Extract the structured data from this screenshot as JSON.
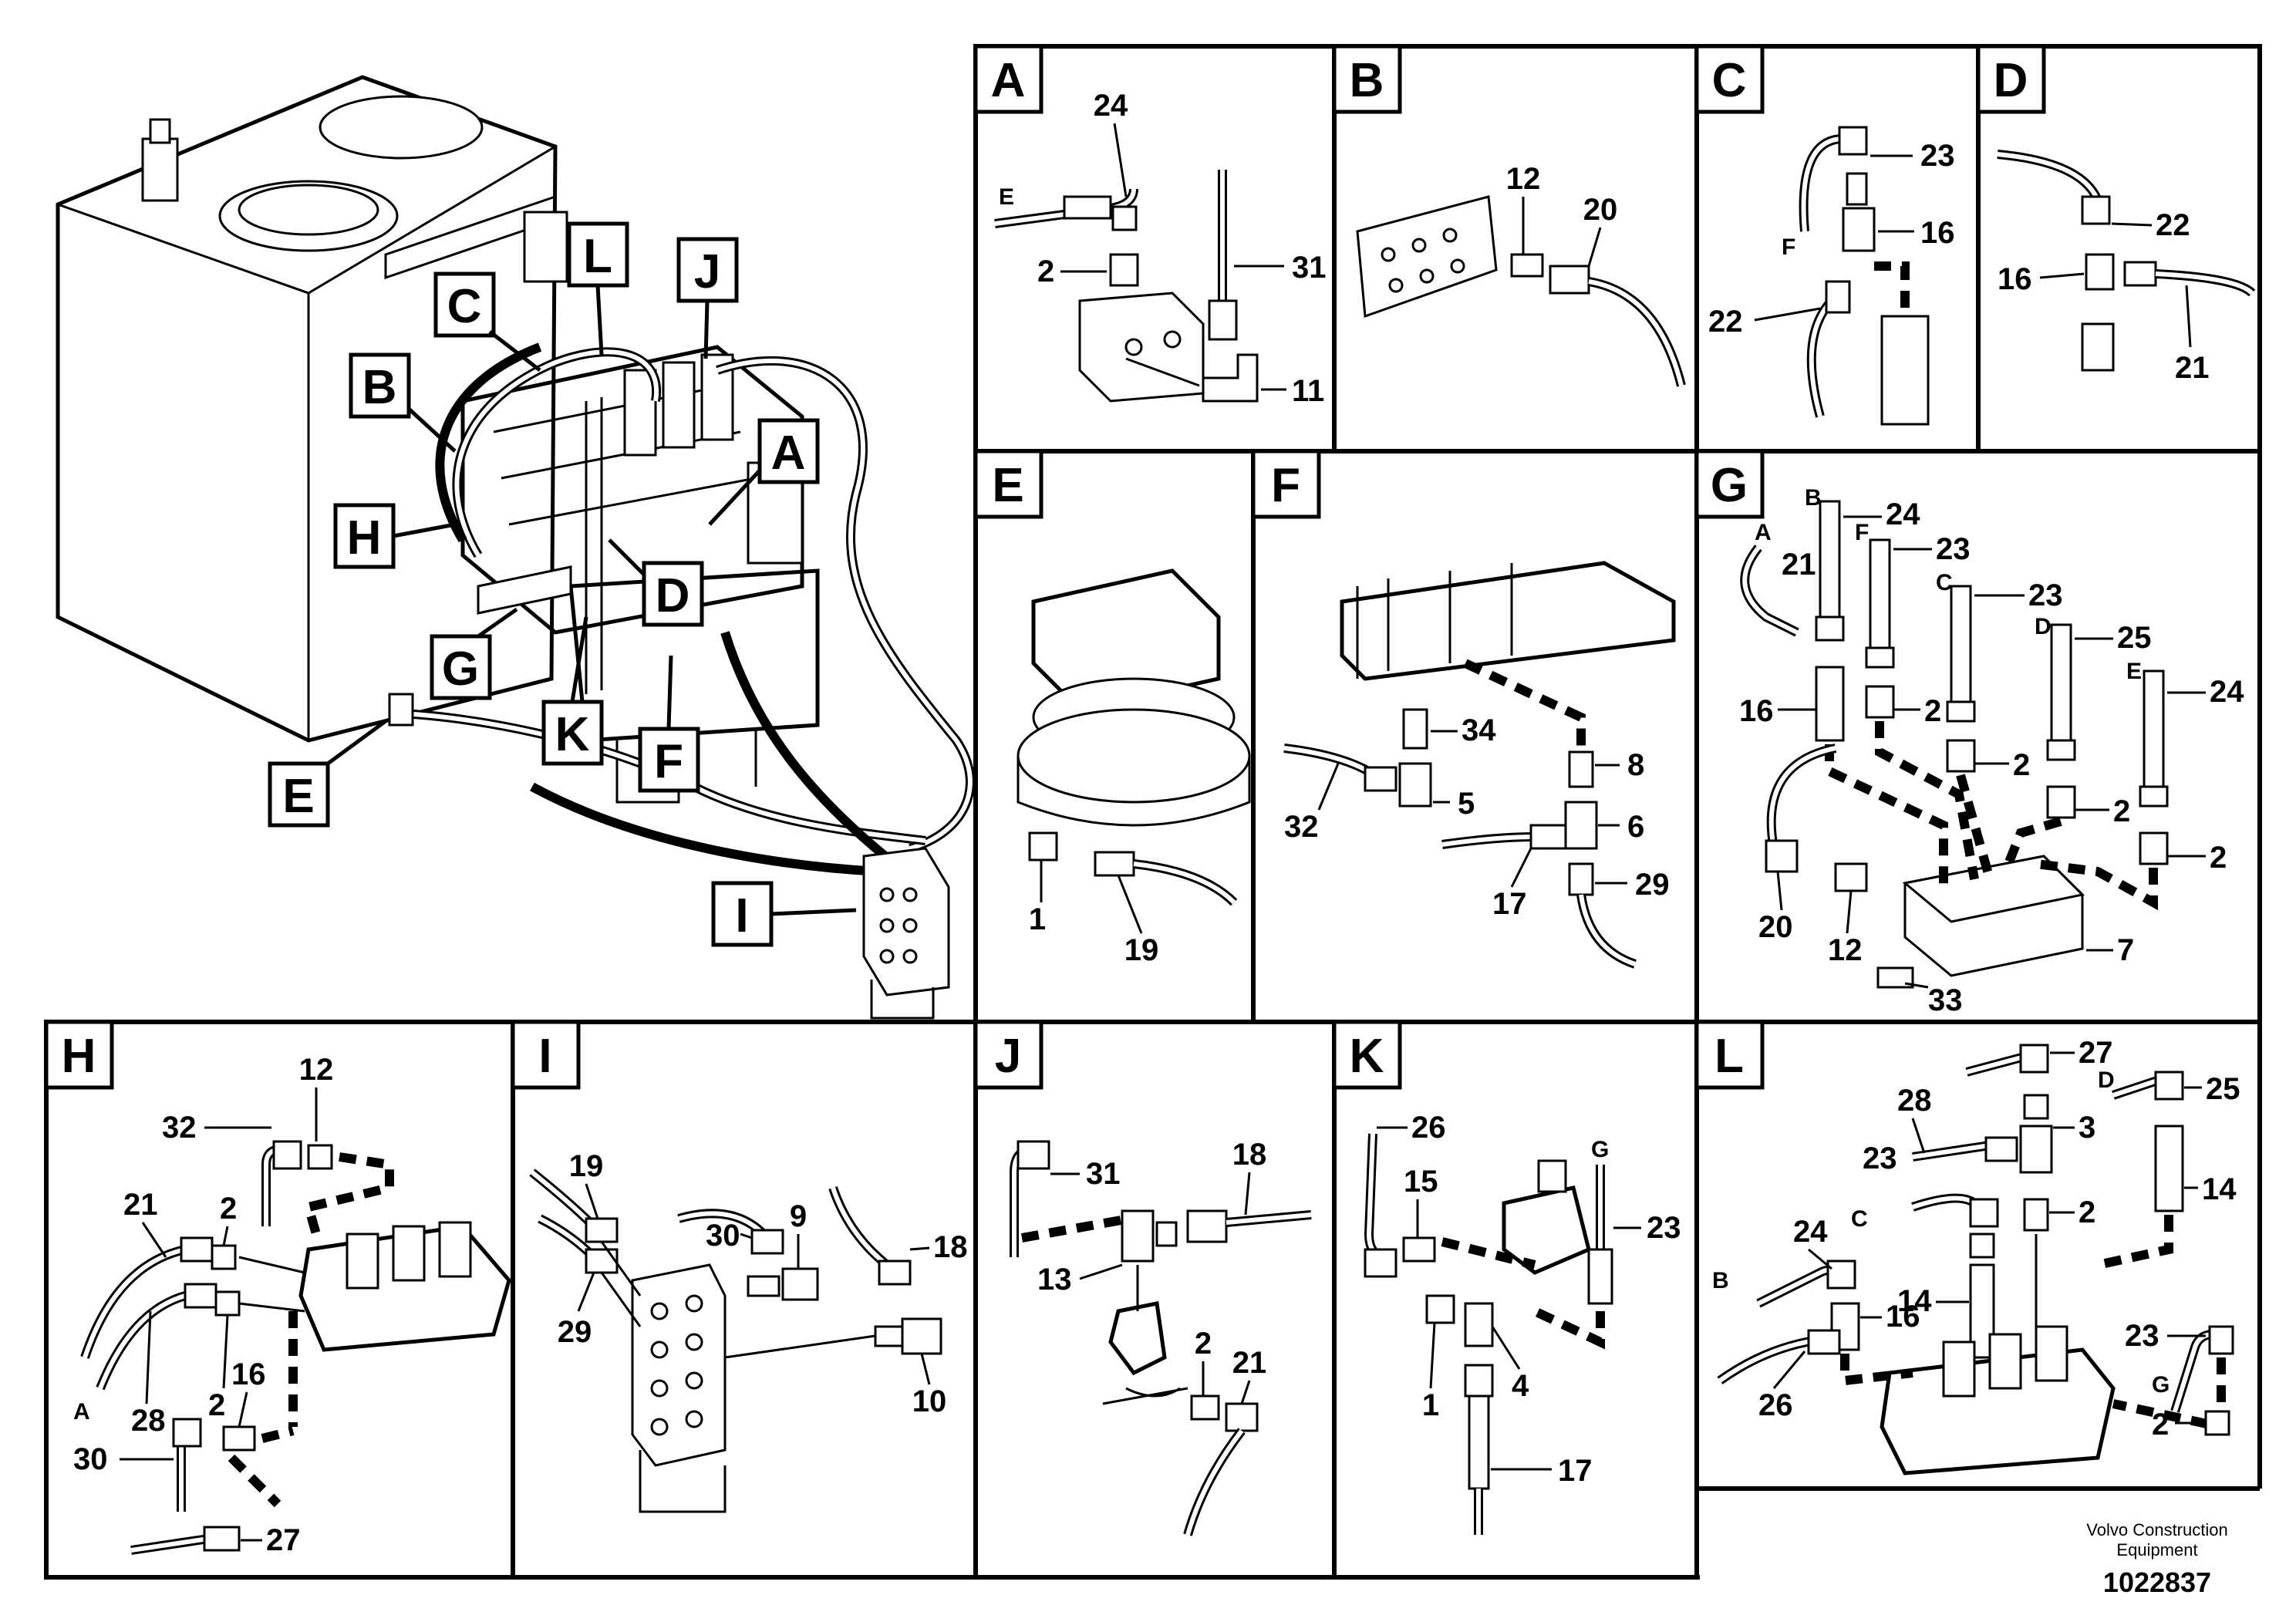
{
  "panels": {
    "A": {
      "label": "A",
      "callouts": [
        "24",
        "E",
        "2",
        "31",
        "11"
      ]
    },
    "B": {
      "label": "B",
      "callouts": [
        "12",
        "20"
      ]
    },
    "C": {
      "label": "C",
      "callouts": [
        "23",
        "F",
        "16",
        "22"
      ]
    },
    "D": {
      "label": "D",
      "callouts": [
        "22",
        "16",
        "21"
      ]
    },
    "E": {
      "label": "E",
      "callouts": [
        "1",
        "19"
      ]
    },
    "F": {
      "label": "F",
      "callouts": [
        "34",
        "8",
        "32",
        "5",
        "6",
        "17",
        "29"
      ]
    },
    "G": {
      "label": "G",
      "callouts": [
        "B",
        "24",
        "A",
        "21",
        "F",
        "23",
        "C",
        "23",
        "D",
        "25",
        "E",
        "24",
        "16",
        "2",
        "2",
        "2",
        "2",
        "20",
        "12",
        "7",
        "33"
      ]
    },
    "H": {
      "label": "H",
      "callouts": [
        "12",
        "32",
        "21",
        "2",
        "A",
        "28",
        "2",
        "16",
        "30",
        "27"
      ]
    },
    "I": {
      "label": "I",
      "callouts": [
        "19",
        "30",
        "9",
        "18",
        "29",
        "10"
      ]
    },
    "J": {
      "label": "J",
      "callouts": [
        "31",
        "18",
        "13",
        "2",
        "21"
      ]
    },
    "K": {
      "label": "K",
      "callouts": [
        "26",
        "15",
        "G",
        "23",
        "1",
        "4",
        "17"
      ]
    },
    "L": {
      "label": "L",
      "callouts": [
        "27",
        "D",
        "25",
        "28",
        "3",
        "23",
        "C",
        "2",
        "14",
        "14",
        "24",
        "B",
        "16",
        "26",
        "23",
        "G",
        "2"
      ]
    }
  },
  "overview": {
    "labels": [
      "C",
      "L",
      "J",
      "B",
      "A",
      "H",
      "D",
      "G",
      "K",
      "F",
      "E",
      "I"
    ]
  },
  "footer": {
    "brand_line1": "Volvo Construction",
    "brand_line2": "Equipment",
    "number": "1022837"
  }
}
